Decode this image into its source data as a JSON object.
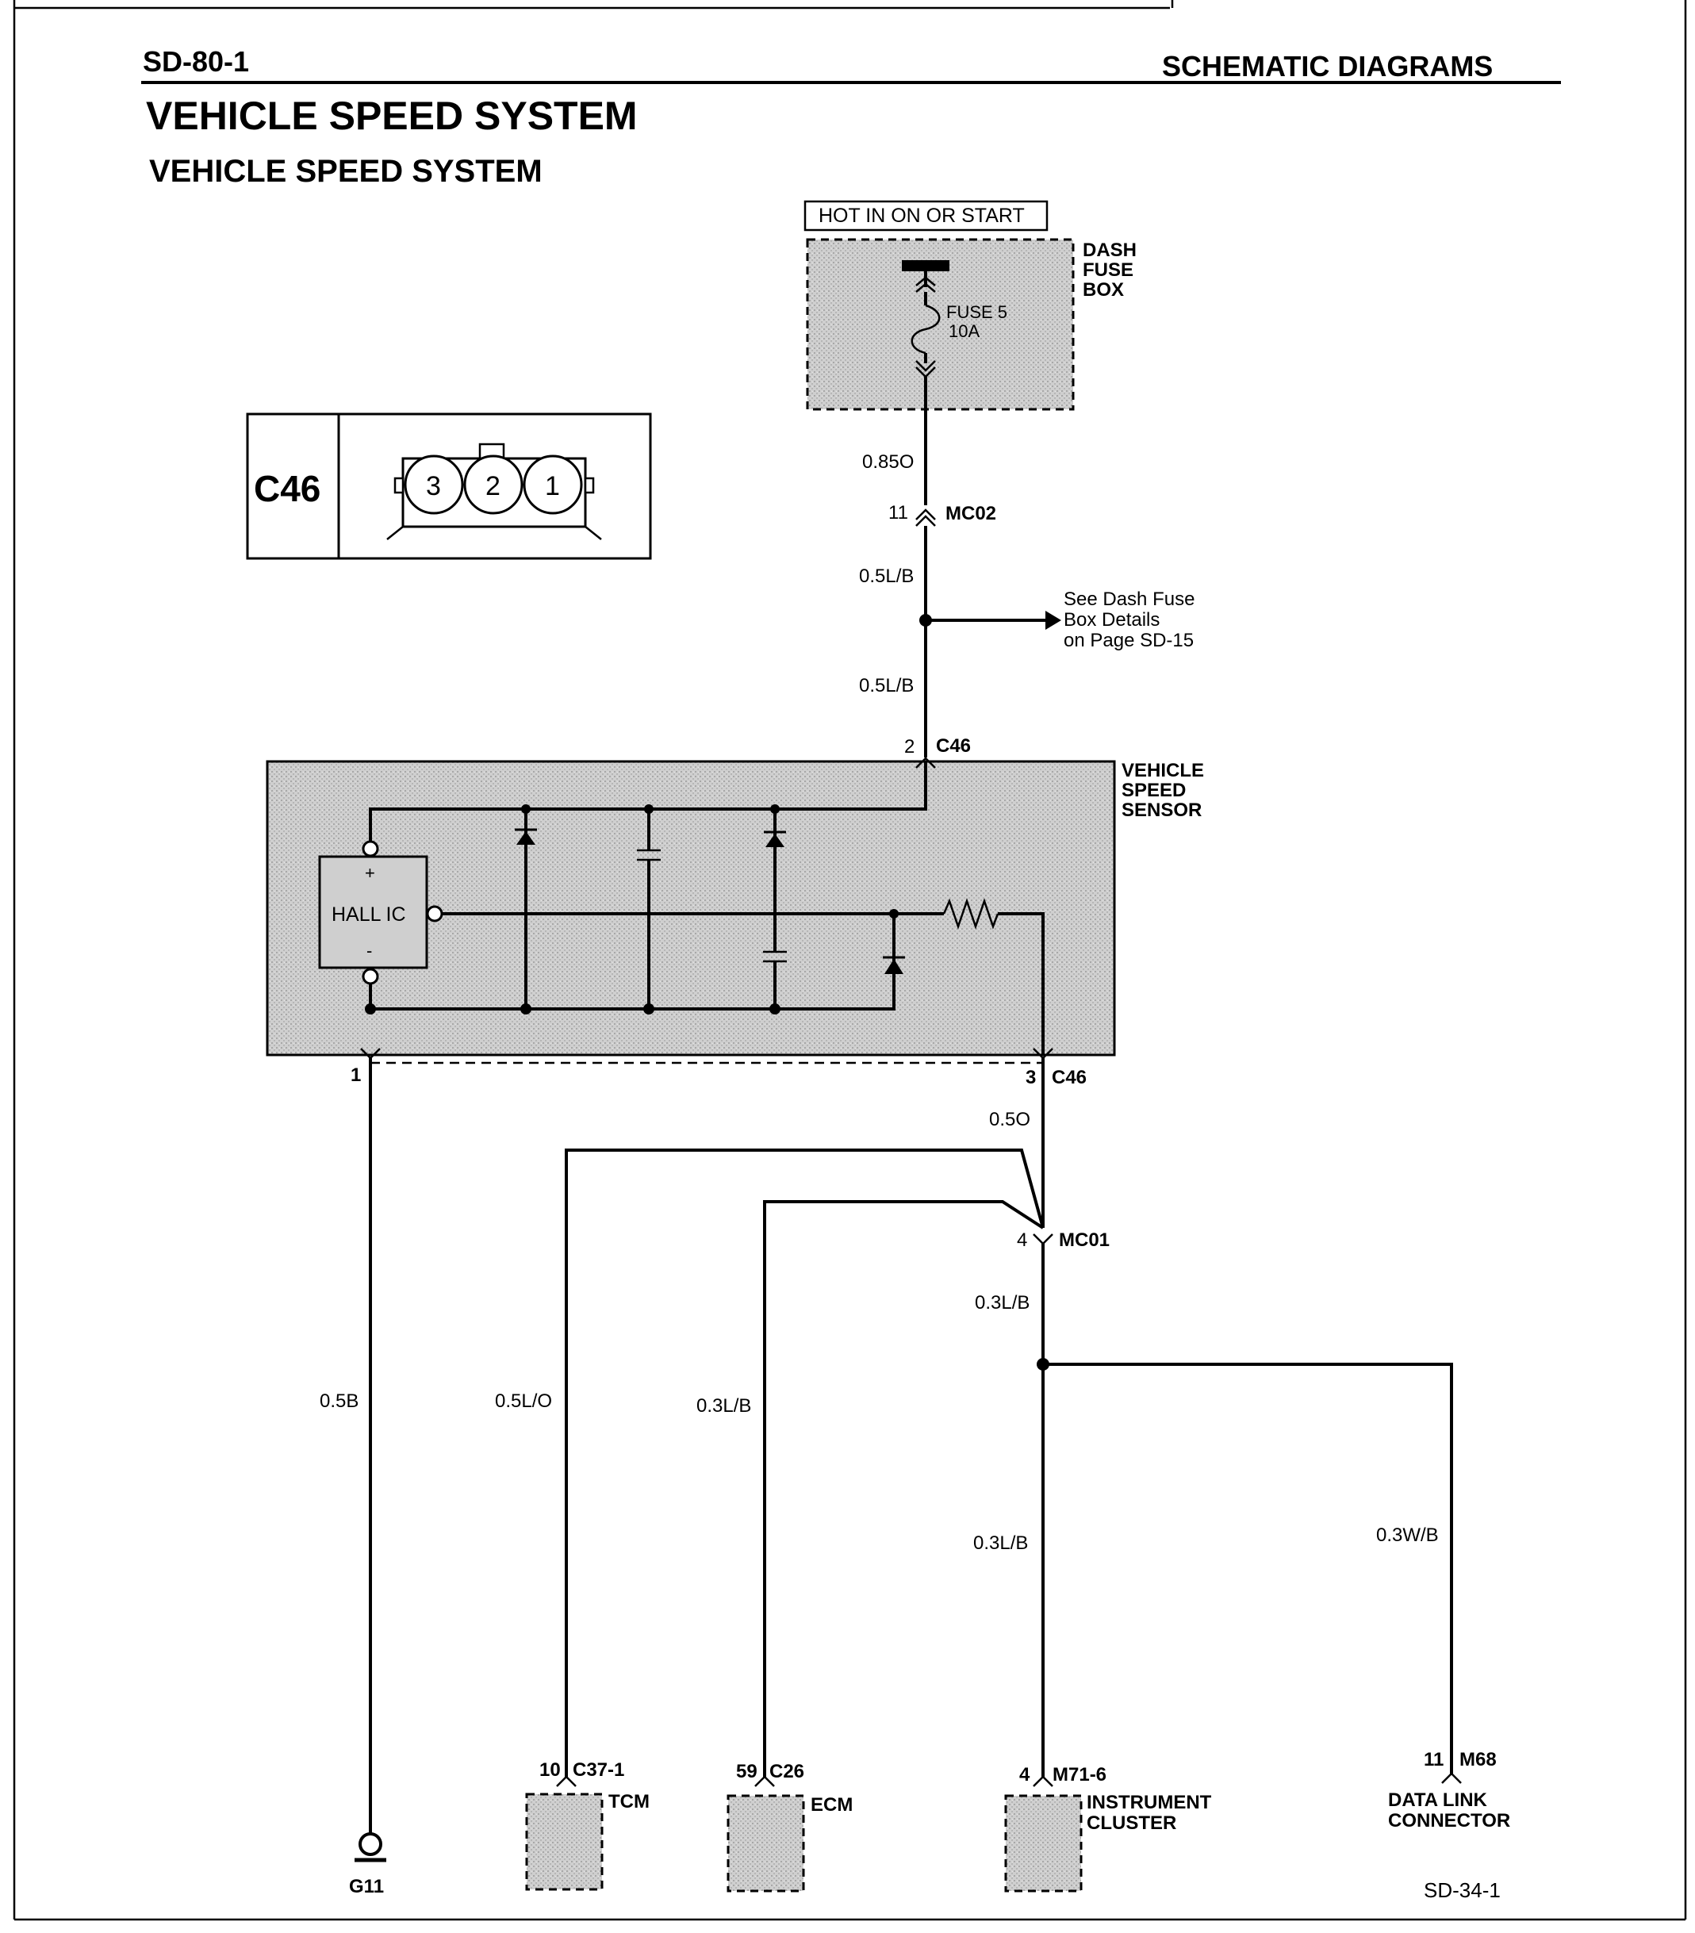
{
  "header": {
    "page_id": "SD-80-1",
    "section": "SCHEMATIC DIAGRAMS",
    "title": "VEHICLE SPEED SYSTEM",
    "subtitle": "VEHICLE SPEED SYSTEM"
  },
  "power": {
    "hot_label": "HOT IN ON OR START",
    "fuse_box_label": [
      "DASH",
      "FUSE",
      "BOX"
    ],
    "fuse_name": "FUSE 5",
    "fuse_rating": "10A"
  },
  "connector_view": {
    "name": "C46",
    "pins": [
      "3",
      "2",
      "1"
    ]
  },
  "wires": {
    "w_085o": "0.85O",
    "w_05lb_a": "0.5L/B",
    "w_05lb_b": "0.5L/B",
    "w_05o": "0.5O",
    "w_03lb_a": "0.3L/B",
    "w_05b": "0.5B",
    "w_05lo": "0.5L/O",
    "w_03lb_ecm": "0.3L/B",
    "w_03lb_ic": "0.3L/B",
    "w_03wb": "0.3W/B"
  },
  "connectors": {
    "mc02_pin": "11",
    "mc02": "MC02",
    "c46_top_pin": "2",
    "c46_top": "C46",
    "c46_bot_left_pin": "1",
    "c46_bot_right_pin": "3",
    "c46_bot": "C46",
    "mc01_pin": "4",
    "mc01": "MC01",
    "c37_pin": "10",
    "c37": "C37-1",
    "c26_pin": "59",
    "c26": "C26",
    "m71_pin": "4",
    "m71": "M71-6",
    "m68_pin": "11",
    "m68": "M68"
  },
  "reference": [
    "See Dash Fuse",
    "Box Details",
    "on Page SD-15"
  ],
  "sensor": {
    "name": [
      "VEHICLE",
      "SPEED",
      "SENSOR"
    ],
    "hall_ic": "HALL IC",
    "plus": "+",
    "minus": "-"
  },
  "components": {
    "ground": "G11",
    "tcm": "TCM",
    "ecm": "ECM",
    "cluster": [
      "INSTRUMENT",
      "CLUSTER"
    ],
    "dlc": [
      "DATA LINK",
      "CONNECTOR"
    ]
  },
  "footer": {
    "ref": "SD-34-1"
  }
}
